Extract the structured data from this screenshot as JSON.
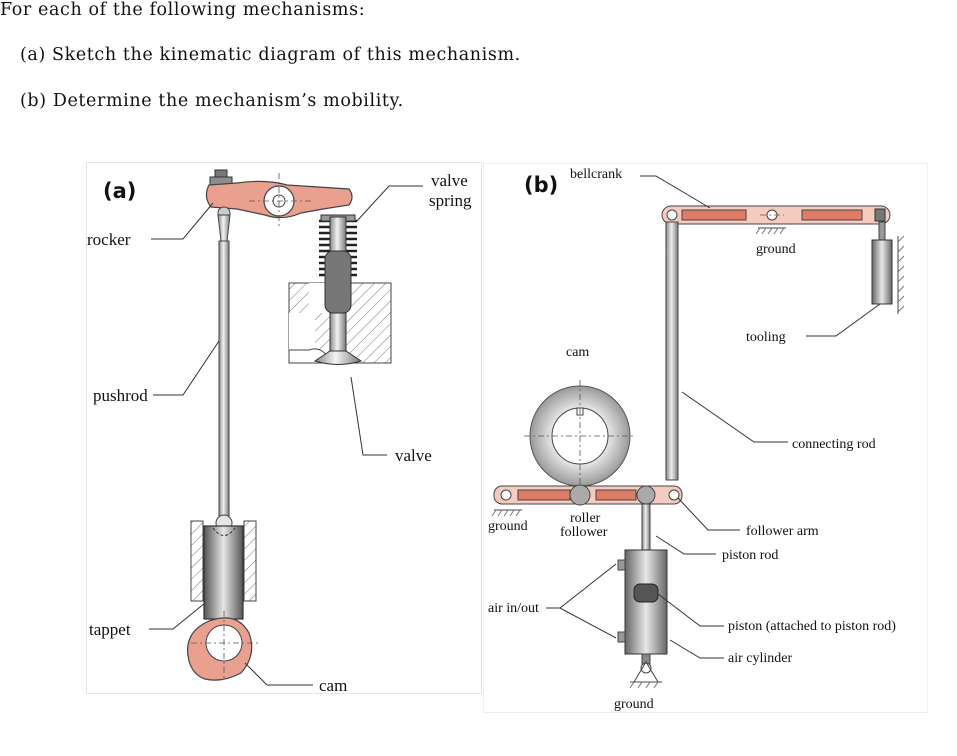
{
  "question": {
    "intro": "For each of the following mechanisms:",
    "part_a": "(a)  Sketch the kinematic diagram of this mechanism.",
    "part_b": "(b)  Determine the mechanism’s mobility."
  },
  "figure_a": {
    "tag": "(a)",
    "labels": {
      "rocker": "rocker",
      "valve_spring_1": "valve",
      "valve_spring_2": "spring",
      "pushrod": "pushrod",
      "valve": "valve",
      "tappet": "tappet",
      "cam": "cam"
    }
  },
  "figure_b": {
    "tag": "(b)",
    "labels": {
      "bellcrank": "bellcrank",
      "ground_top": "ground",
      "tooling": "tooling",
      "cam": "cam",
      "connecting_rod": "connecting rod",
      "ground_left": "ground",
      "roller_1": "roller",
      "roller_2": "follower",
      "follower_arm": "follower arm",
      "piston_rod": "piston rod",
      "air_in_out": "air in/out",
      "piston": "piston (attached to piston rod)",
      "air_cylinder": "air cylinder",
      "ground_bottom": "ground"
    }
  },
  "colors": {
    "salmon": "#e9a08f",
    "salmon_dark": "#de7c66",
    "steel": "#b8b8b8",
    "steel_dark": "#6f6f6f"
  }
}
